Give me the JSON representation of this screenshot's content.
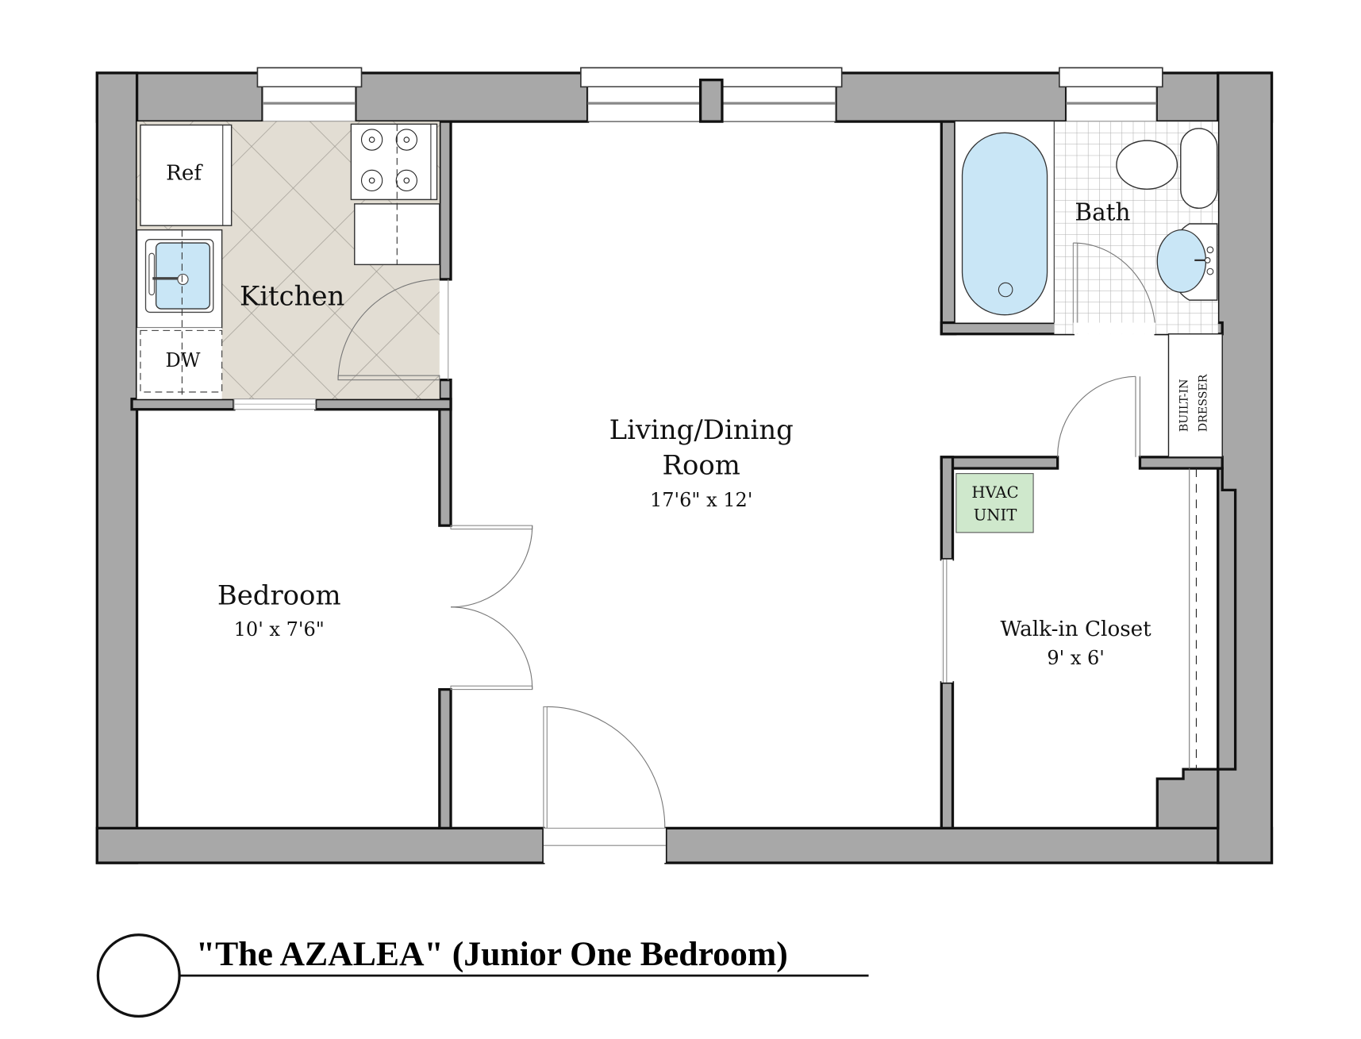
{
  "plan": {
    "title": "\"The AZALEA\" (Junior One Bedroom)",
    "colors": {
      "wall": "#a8a8a8",
      "kitchen_tile": "#e2ddd3",
      "water_fixture": "#c9e6f6",
      "hvac": "#cfe8cc",
      "bath_grid": "#b0b0b0"
    },
    "rooms": {
      "kitchen": {
        "name": "Kitchen"
      },
      "bath": {
        "name": "Bath"
      },
      "living": {
        "name_line1": "Living/Dining",
        "name_line2": "Room",
        "size": "17'6\" x 12'"
      },
      "bedroom": {
        "name": "Bedroom",
        "size": "10' x 7'6\""
      },
      "closet": {
        "name": "Walk-in Closet",
        "size": "9' x 6'"
      }
    },
    "fixtures": {
      "refrigerator": "Ref",
      "dishwasher": "DW",
      "hvac_line1": "HVAC",
      "hvac_line2": "UNIT",
      "dresser_line1": "BUILT-IN",
      "dresser_line2": "DRESSER"
    }
  }
}
